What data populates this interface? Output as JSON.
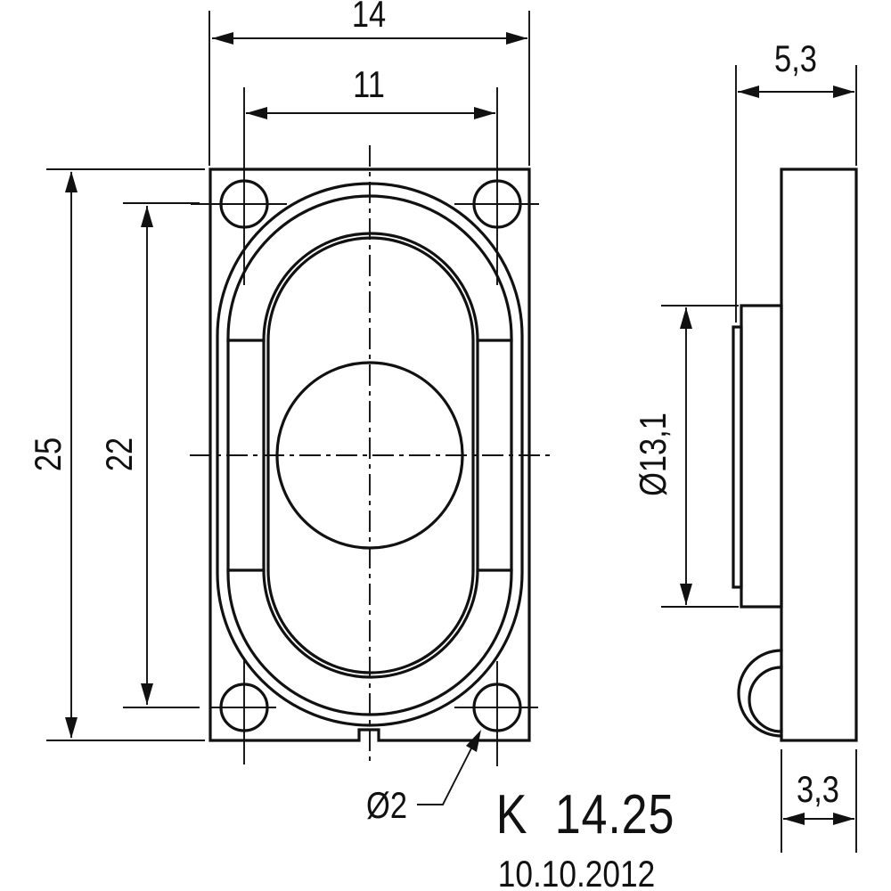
{
  "meta": {
    "background_color": "#ffffff",
    "line_color": "#111111",
    "drawing_type": "loudspeaker dimensional drawing, front and side view"
  },
  "labels": {
    "overall_width": "14",
    "hole_pitch_width": "11",
    "overall_height": "25",
    "hole_pitch_height": "22",
    "depth_total": "5,3",
    "depth_body": "3,3",
    "membrane_diameter": "Ø13,1",
    "mounting_hole_diameter": "Ø2"
  },
  "title_block": {
    "model": "K 14.25",
    "date": "10.10.2012"
  }
}
